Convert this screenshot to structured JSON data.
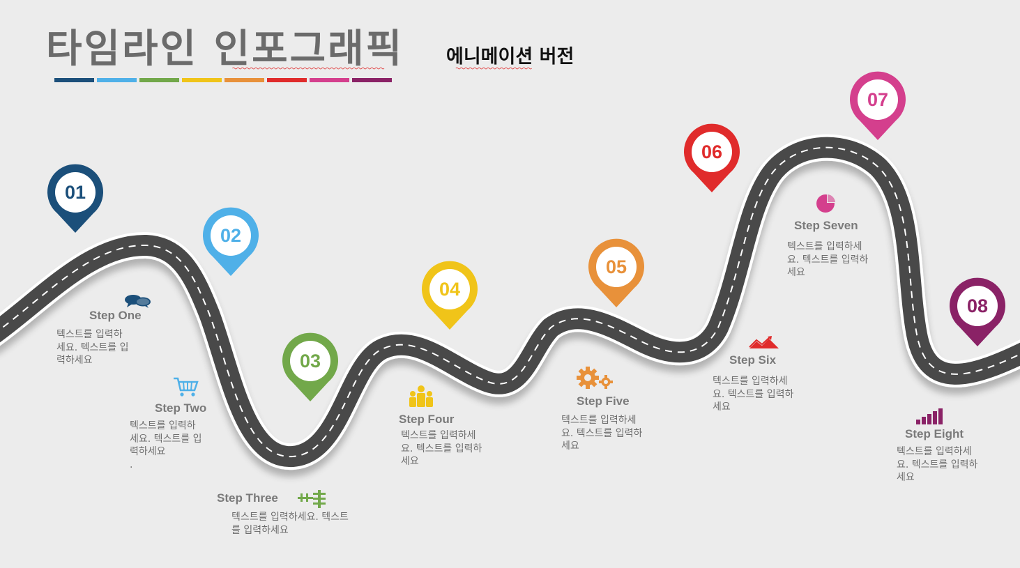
{
  "header": {
    "title": "타임라인 인포그래픽",
    "subtitle": "에니메이션 버전",
    "color_bar": [
      "#1b4f7a",
      "#4fb0e8",
      "#72a84a",
      "#f0c419",
      "#e8913a",
      "#e02b2b",
      "#d43f8d",
      "#8a2266"
    ]
  },
  "steps": [
    {
      "num": "01",
      "title": "Step One",
      "desc": "텍스트를 입력하\n세요. 텍스트를 입\n력하세요",
      "color": "#1b4f7a",
      "icon": "chat-bubbles-icon"
    },
    {
      "num": "02",
      "title": "Step Two",
      "desc": "텍스트를 입력하\n세요. 텍스트를 입\n력하세요\n.",
      "color": "#4fb0e8",
      "icon": "shopping-cart-icon"
    },
    {
      "num": "03",
      "title": "Step Three",
      "desc": "텍스트를 입력하세요. 텍스트\n를 입력하세요",
      "color": "#72a84a",
      "icon": "people-icon"
    },
    {
      "num": "04",
      "title": "Step Four",
      "desc": "텍스트를 입력하세\n요. 텍스트를 입력하\n세요",
      "color": "#f0c419",
      "icon": "team-icon"
    },
    {
      "num": "05",
      "title": "Step Five",
      "desc": "텍스트를 입력하세\n요. 텍스트를 입력하\n세요",
      "color": "#e8913a",
      "icon": "gears-icon"
    },
    {
      "num": "06",
      "title": "Step Six",
      "desc": "텍스트를 입력하세\n요. 텍스트를 입력하\n세요",
      "color": "#e02b2b",
      "icon": "growth-chart-icon"
    },
    {
      "num": "07",
      "title": "Step Seven",
      "desc": "텍스트를 입력하세\n요. 텍스트를 입력하\n세요",
      "color": "#d43f8d",
      "icon": "pie-chart-icon"
    },
    {
      "num": "08",
      "title": "Step Eight",
      "desc": "텍스트를 입력하세\n요. 텍스트를 입력하\n세요",
      "color": "#8a2266",
      "icon": "bar-chart-icon"
    }
  ]
}
